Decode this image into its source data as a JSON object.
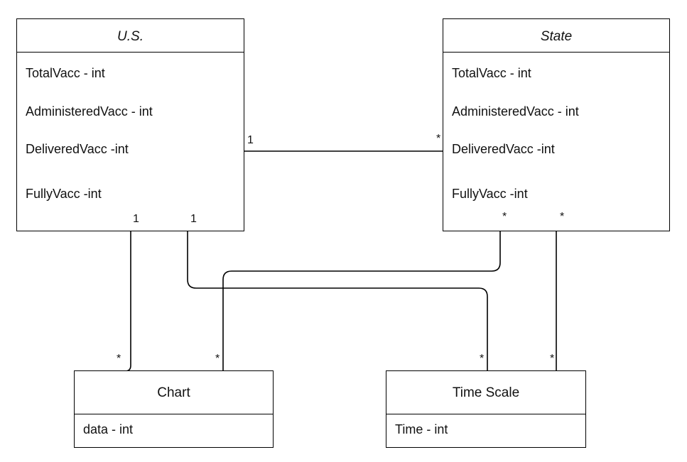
{
  "classes": {
    "us": {
      "name": "U.S.",
      "attributes": [
        "TotalVacc - int",
        "AdministeredVacc - int",
        "DeliveredVacc -int",
        "FullyVacc -int"
      ]
    },
    "state": {
      "name": "State",
      "attributes": [
        "TotalVacc - int",
        "AdministeredVacc - int",
        "DeliveredVacc -int",
        "FullyVacc -int"
      ]
    },
    "chart": {
      "name": "Chart",
      "attributes": [
        "data - int"
      ]
    },
    "timescale": {
      "name": "Time Scale",
      "attributes": [
        "Time - int"
      ]
    }
  },
  "associations": [
    {
      "from": "U.S.",
      "to": "State",
      "from_multiplicity": "1",
      "to_multiplicity": "*"
    },
    {
      "from": "U.S.",
      "to": "Chart",
      "from_multiplicity": "1",
      "to_multiplicity": "*"
    },
    {
      "from": "U.S.",
      "to": "Time Scale",
      "from_multiplicity": "1",
      "to_multiplicity": "*"
    },
    {
      "from": "State",
      "to": "Chart",
      "from_multiplicity": "*",
      "to_multiplicity": "*"
    },
    {
      "from": "State",
      "to": "Time Scale",
      "from_multiplicity": "*",
      "to_multiplicity": "*"
    }
  ]
}
